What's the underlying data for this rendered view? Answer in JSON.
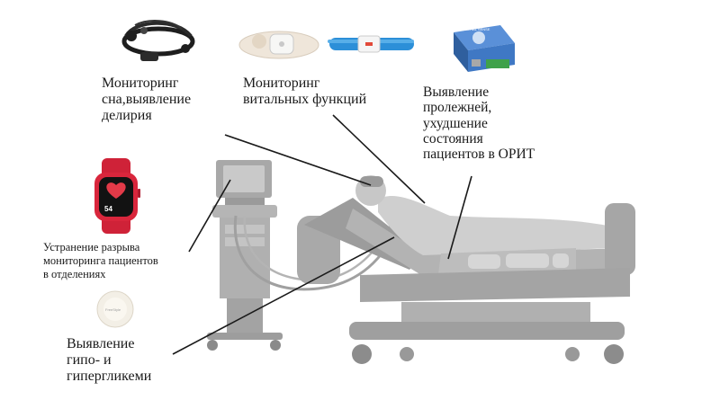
{
  "labels": {
    "sleep": [
      "Мониторинг",
      "сна,выявление",
      "делирия"
    ],
    "vital": [
      "Мониторинг",
      "витальных функций"
    ],
    "sores": [
      "Выявление",
      "пролежней,",
      "ухудшение",
      "состояния",
      "пациентов в ОРИТ"
    ],
    "gap": [
      "Устранение разрыва",
      "мониторинга пациентов",
      "в отделениях"
    ],
    "glucose": [
      "Выявление",
      "гипо- и",
      "гипергликеми"
    ]
  },
  "devices": {
    "eeg_headband": "eeg-headband-icon",
    "vital_patch": "vital-sign-patch-icon",
    "wrist_band": "wrist-band-sensor-icon",
    "inertial_sensor": "inertial-sensor-box-icon",
    "smartwatch": "smartwatch-icon",
    "glucose_sensor": "glucose-sensor-icon",
    "bed_and_monitor": "icu-bed-with-monitor-icon"
  },
  "device_text": {
    "sensor_box": "INERTIAL SENSE",
    "watch_value": "54",
    "glucose_patch": "FreeStyle"
  },
  "colors": {
    "bed": "#b9b9b9",
    "bed_dark": "#8f8f8f",
    "watch": "#d9263c",
    "sensor_box": "#3f78c4",
    "band": "#2c8fd8",
    "line": "#1a1a1a"
  }
}
